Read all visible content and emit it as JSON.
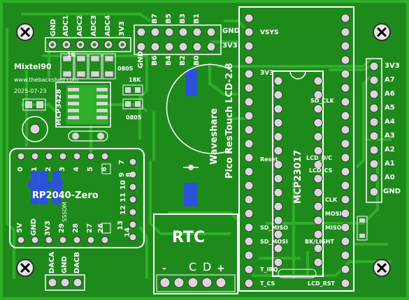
{
  "board": {
    "author": "Mixtel90",
    "website": "www.thebackshed.com",
    "date": "2025-07-23",
    "colors": {
      "substrate": "#1f8a1c",
      "copper": "#2fae2a",
      "silk": "#ffffff",
      "blue": "#2a53d8",
      "pad": "#d8d8d8"
    }
  },
  "top_header_adc": [
    "GND",
    "ADC1",
    "ADC2",
    "ADC3",
    "ADC4",
    "3V3"
  ],
  "top_header_b_upper": [
    "B7",
    "B5",
    "B3",
    "B1"
  ],
  "top_header_b_lower": [
    "B6",
    "B4",
    "B2",
    "B0"
  ],
  "top_header_gnd_label": "GND",
  "top_header_right": [
    "GND",
    "3V3"
  ],
  "gnd_left_label": "GND",
  "left_mcp": {
    "name": "MCP3428"
  },
  "resistors": {
    "r1": "1K",
    "r2": "18K",
    "pkg1": "0805",
    "pkg2": "0805"
  },
  "rp2040": {
    "name": "RP2040-Zero",
    "top_pins": [
      "0",
      "1",
      "2",
      "3",
      "4",
      "5",
      "6"
    ],
    "right_pins": [
      "7",
      "8",
      "9",
      "10",
      "11",
      "12",
      "13",
      "14"
    ],
    "bottom_pins": [
      "5V",
      "GND",
      "3V3",
      "29",
      "28",
      "27",
      "26"
    ],
    "bottom_label": "SSSOM"
  },
  "dac_header": [
    "DACA",
    "GND",
    "DACB"
  ],
  "rtc": {
    "name": "RTC",
    "pins": [
      "-",
      "+",
      "C",
      "D"
    ]
  },
  "lcd": {
    "vendor": "Waveshare",
    "model": "Pico ResTouch LCD-2.8"
  },
  "lcd_pins_left": [
    "VSYS",
    "3V3",
    "Reset",
    "SD_MISO",
    "SD_MOSI",
    "T_IRQ",
    "T_CS"
  ],
  "lcd_pins_right": [
    "SD_CLK",
    "LCD_D/C",
    "LCD_CS",
    "CLK",
    "MOSI",
    "MISO",
    "BK/LIGHT",
    "LCD_RST"
  ],
  "mcp23017": {
    "name": "MCP23017",
    "pin1": "3V3"
  },
  "right_header": [
    "3V3",
    "A7",
    "A6",
    "A5",
    "A4",
    "A3",
    "A2",
    "A1",
    "A0",
    "GND"
  ]
}
